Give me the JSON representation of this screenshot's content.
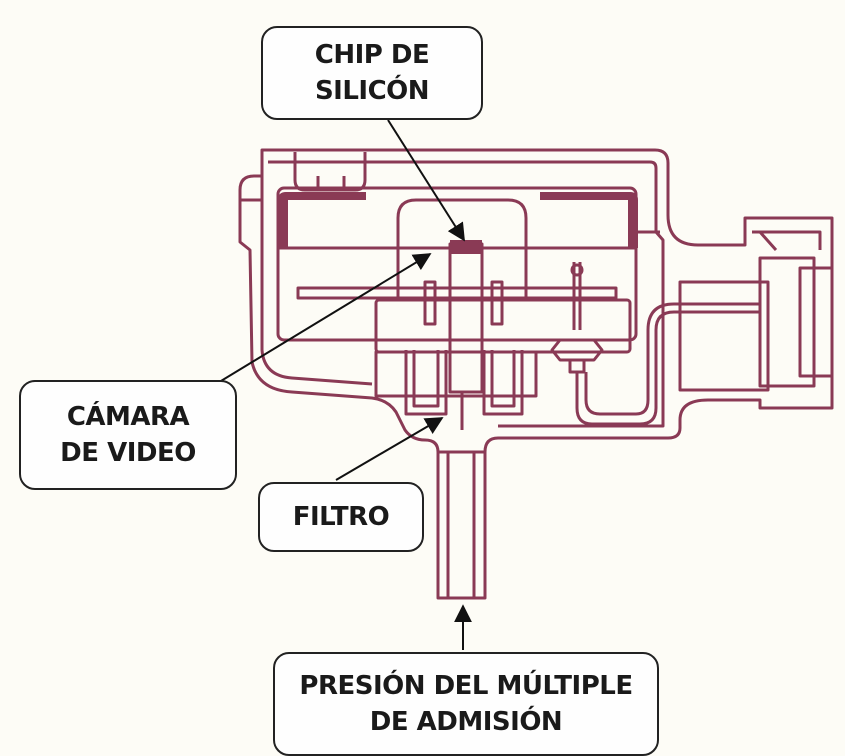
{
  "colors": {
    "background": "#fdfcf6",
    "outline": "#8a3a55",
    "fill": "#8a3a55",
    "arrow": "#111111"
  },
  "labels": {
    "chip": [
      "CHIP DE",
      "SILICÓN"
    ],
    "camera": [
      "CÁMARA",
      "DE VIDEO"
    ],
    "filter": [
      "FILTRO"
    ],
    "pressure": [
      "PRESIÓN DEL MÚLTIPLE",
      "DE ADMISIÓN"
    ]
  }
}
